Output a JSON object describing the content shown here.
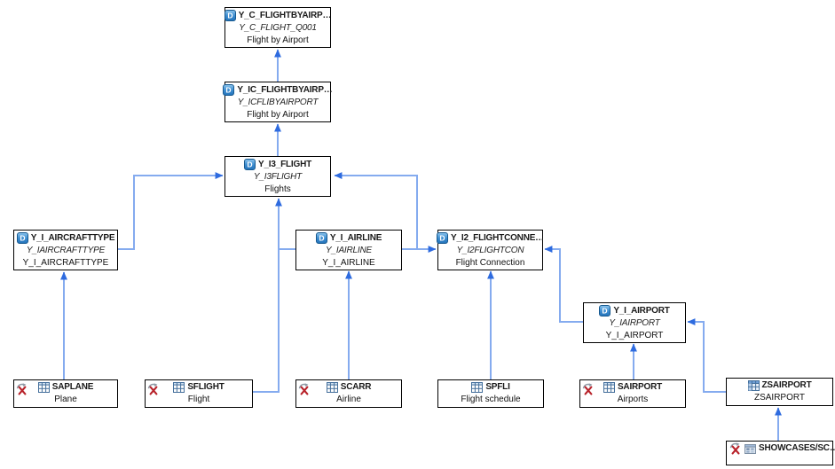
{
  "diagram": {
    "colors": {
      "connector_line": "#85abef",
      "arrowhead": "#2e6bdf",
      "node_border": "#000000",
      "not_analyzable_red": "#b8222a",
      "cds_icon_blue": "#2272b9"
    },
    "nodes": [
      {
        "id": "Y_C_FLIGHTBYAIRP",
        "title": "Y_C_FLIGHTBYAIRP…",
        "technical_name": "Y_C_FLIGHT_Q001",
        "description": "Flight by Airport",
        "icon": "cds-data-definition-icon",
        "decorator": null
      },
      {
        "id": "Y_IC_FLIGHTBYAIRP",
        "title": "Y_IC_FLIGHTBYAIRP…",
        "technical_name": "Y_ICFLIBYAIRPORT",
        "description": "Flight by Airport",
        "icon": "cds-data-definition-icon",
        "decorator": null
      },
      {
        "id": "Y_I3_FLIGHT",
        "title": "Y_I3_FLIGHT",
        "technical_name": "Y_I3FLIGHT",
        "description": "Flights",
        "icon": "cds-data-definition-icon",
        "decorator": null
      },
      {
        "id": "Y_I_AIRCRAFTTYPE",
        "title": "Y_I_AIRCRAFTTYPE",
        "technical_name": "Y_IAIRCRAFTTYPE",
        "description": "Y_I_AIRCRAFTTYPE",
        "icon": "cds-data-definition-icon",
        "decorator": null
      },
      {
        "id": "Y_I_AIRLINE",
        "title": "Y_I_AIRLINE",
        "technical_name": "Y_IAIRLINE",
        "description": "Y_I_AIRLINE",
        "icon": "cds-data-definition-icon",
        "decorator": null
      },
      {
        "id": "Y_I2_FLIGHTCONNE",
        "title": "Y_I2_FLIGHTCONNE…",
        "technical_name": "Y_I2FLIGHTCON",
        "description": "Flight Connection",
        "icon": "cds-data-definition-icon",
        "decorator": null
      },
      {
        "id": "Y_I_AIRPORT",
        "title": "Y_I_AIRPORT",
        "technical_name": "Y_IAIRPORT",
        "description": "Y_I_AIRPORT",
        "icon": "cds-data-definition-icon",
        "decorator": null
      },
      {
        "id": "SAPLANE",
        "title": "SAPLANE",
        "description": "Plane",
        "icon": "table-icon",
        "decorator": "not-analyzable-icon"
      },
      {
        "id": "SFLIGHT",
        "title": "SFLIGHT",
        "description": "Flight",
        "icon": "table-icon",
        "decorator": "not-analyzable-icon"
      },
      {
        "id": "SCARR",
        "title": "SCARR",
        "description": "Airline",
        "icon": "table-icon",
        "decorator": "not-analyzable-icon"
      },
      {
        "id": "SPFLI",
        "title": "SPFLI",
        "description": "Flight schedule",
        "icon": "table-icon",
        "decorator": null
      },
      {
        "id": "SAIRPORT",
        "title": "SAIRPORT",
        "description": "Airports",
        "icon": "table-icon",
        "decorator": "not-analyzable-icon"
      },
      {
        "id": "ZSAIRPORT",
        "title": "ZSAIRPORT",
        "description": "ZSAIRPORT",
        "icon": "table-appended-icon",
        "decorator": null
      },
      {
        "id": "SHOWCASES",
        "title": "SHOWCASES/SC…",
        "icon": "structure-icon",
        "decorator": "not-analyzable-icon"
      }
    ],
    "edges": [
      {
        "from": "Y_IC_FLIGHTBYAIRP",
        "to": "Y_C_FLIGHTBYAIRP"
      },
      {
        "from": "Y_I3_FLIGHT",
        "to": "Y_IC_FLIGHTBYAIRP"
      },
      {
        "from": "Y_I_AIRCRAFTTYPE",
        "to": "Y_I3_FLIGHT"
      },
      {
        "from": "SFLIGHT",
        "to": "Y_I3_FLIGHT"
      },
      {
        "from": "Y_I_AIRLINE",
        "to": "Y_I3_FLIGHT"
      },
      {
        "from": "Y_I_AIRLINE",
        "to": "Y_I2_FLIGHTCONNE"
      },
      {
        "from": "SPFLI",
        "to": "Y_I2_FLIGHTCONNE"
      },
      {
        "from": "Y_I_AIRPORT",
        "to": "Y_I2_FLIGHTCONNE"
      },
      {
        "from": "SAPLANE",
        "to": "Y_I_AIRCRAFTTYPE"
      },
      {
        "from": "SCARR",
        "to": "Y_I_AIRLINE"
      },
      {
        "from": "SAIRPORT",
        "to": "Y_I_AIRPORT"
      },
      {
        "from": "ZSAIRPORT",
        "to": "Y_I_AIRPORT"
      },
      {
        "from": "SHOWCASES",
        "to": "ZSAIRPORT"
      }
    ]
  }
}
